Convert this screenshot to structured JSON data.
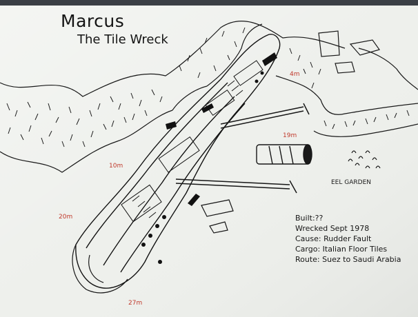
{
  "map": {
    "title": "Marcus",
    "subtitle": "The Tile Wreck",
    "depth_labels": [
      "4m",
      "19m",
      "10m",
      "20m",
      "27m"
    ],
    "eel_garden_label": "EEL GARDEN",
    "info": {
      "built": "Built:??",
      "wrecked": "Wrecked Sept 1978",
      "cause": "Cause: Rudder Fault",
      "cargo": "Cargo: Italian Floor Tiles",
      "route": "Route: Suez to Saudi Arabia"
    },
    "colors": {
      "paper": "#eef0ec",
      "ink": "#161616",
      "depth_red": "#c0392b",
      "frame": "#3b3f45"
    }
  }
}
